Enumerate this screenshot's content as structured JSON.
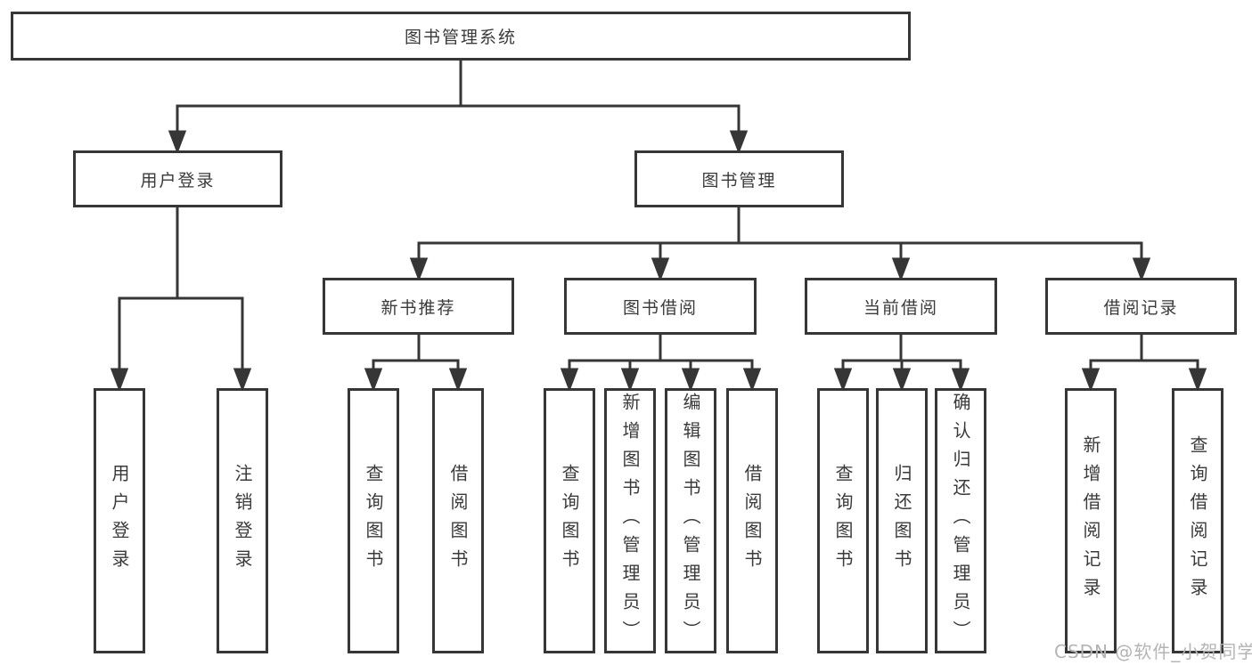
{
  "tree": {
    "root": "图书管理系统",
    "children": [
      {
        "label": "用户登录",
        "children": [
          {
            "label": "用户登录"
          },
          {
            "label": "注销登录"
          }
        ]
      },
      {
        "label": "图书管理",
        "children": [
          {
            "label": "新书推荐",
            "children": [
              {
                "label": "查询图书"
              },
              {
                "label": "借阅图书"
              }
            ]
          },
          {
            "label": "图书借阅",
            "children": [
              {
                "label": "查询图书"
              },
              {
                "label": "新增图书（管理员）"
              },
              {
                "label": "编辑图书（管理员）"
              },
              {
                "label": "借阅图书"
              }
            ]
          },
          {
            "label": "当前借阅",
            "children": [
              {
                "label": "查询图书"
              },
              {
                "label": "归还图书"
              },
              {
                "label": "确认归还（管理员）"
              }
            ]
          },
          {
            "label": "借阅记录",
            "children": [
              {
                "label": "新增借阅记录"
              },
              {
                "label": "查询借阅记录"
              }
            ]
          }
        ]
      }
    ]
  },
  "watermark": "CSDN @软件_小贺同学",
  "colors": {
    "line": "#363636",
    "text": "#3a3a3a",
    "watermark": "#b4b4b4",
    "background": "#ffffff"
  }
}
